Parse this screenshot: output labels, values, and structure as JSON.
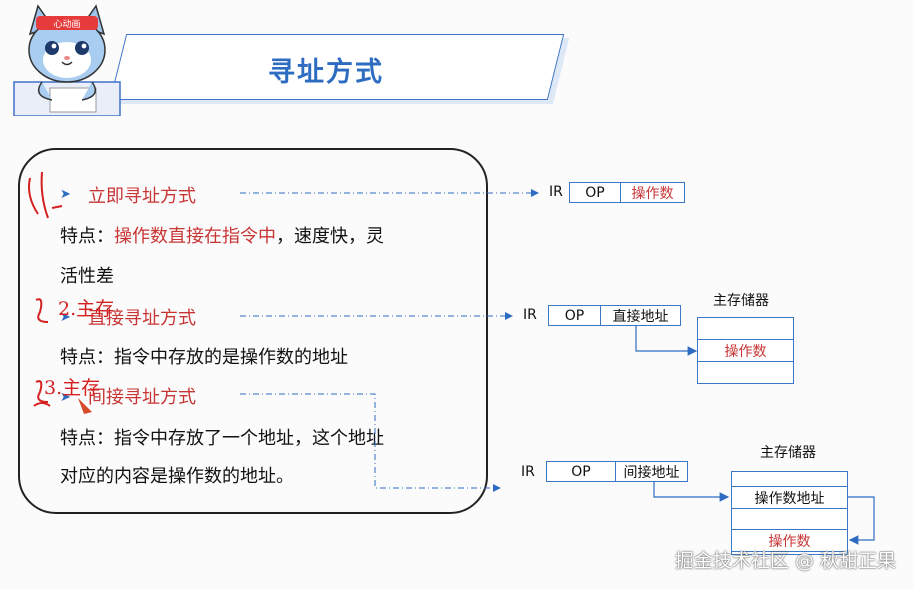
{
  "title": "寻址方式",
  "mascot": {
    "badge": "心动画",
    "icon": "cat-mascot-icon"
  },
  "items": [
    {
      "name": "立即寻址方式",
      "feature_label": "特点：",
      "feature_highlight": "操作数直接在指令中",
      "feature_rest_line1": "，速度快，灵",
      "feature_line2": "活性差"
    },
    {
      "name": "直接寻址方式",
      "feature_label": "特点：",
      "feature_text": "指令中存放的是操作数的地址"
    },
    {
      "name": "间接寻址方式",
      "feature_label": "特点：",
      "feature_line1": "指令中存放了一个地址，这个地址",
      "feature_line2": "对应的内容是操作数的地址。"
    }
  ],
  "annotations": {
    "note1": "1.",
    "note2": "2.主存",
    "note3": "3.主存"
  },
  "diagrams": {
    "immediate": {
      "ir": "IR",
      "op": "OP",
      "field": "操作数"
    },
    "direct": {
      "ir": "IR",
      "op": "OP",
      "field": "直接地址",
      "memory_title": "主存储器",
      "memory_cell": "操作数"
    },
    "indirect": {
      "ir": "IR",
      "op": "OP",
      "field": "间接地址",
      "memory_title": "主存储器",
      "memory_cell1": "操作数地址",
      "memory_cell2": "操作数"
    }
  },
  "watermark": "掘金技术社区 @ 秋甜正果",
  "colors": {
    "accent": "#2e6cc1",
    "highlight": "#c83535",
    "box_border": "#3a78c6",
    "pen": "#d42020"
  }
}
